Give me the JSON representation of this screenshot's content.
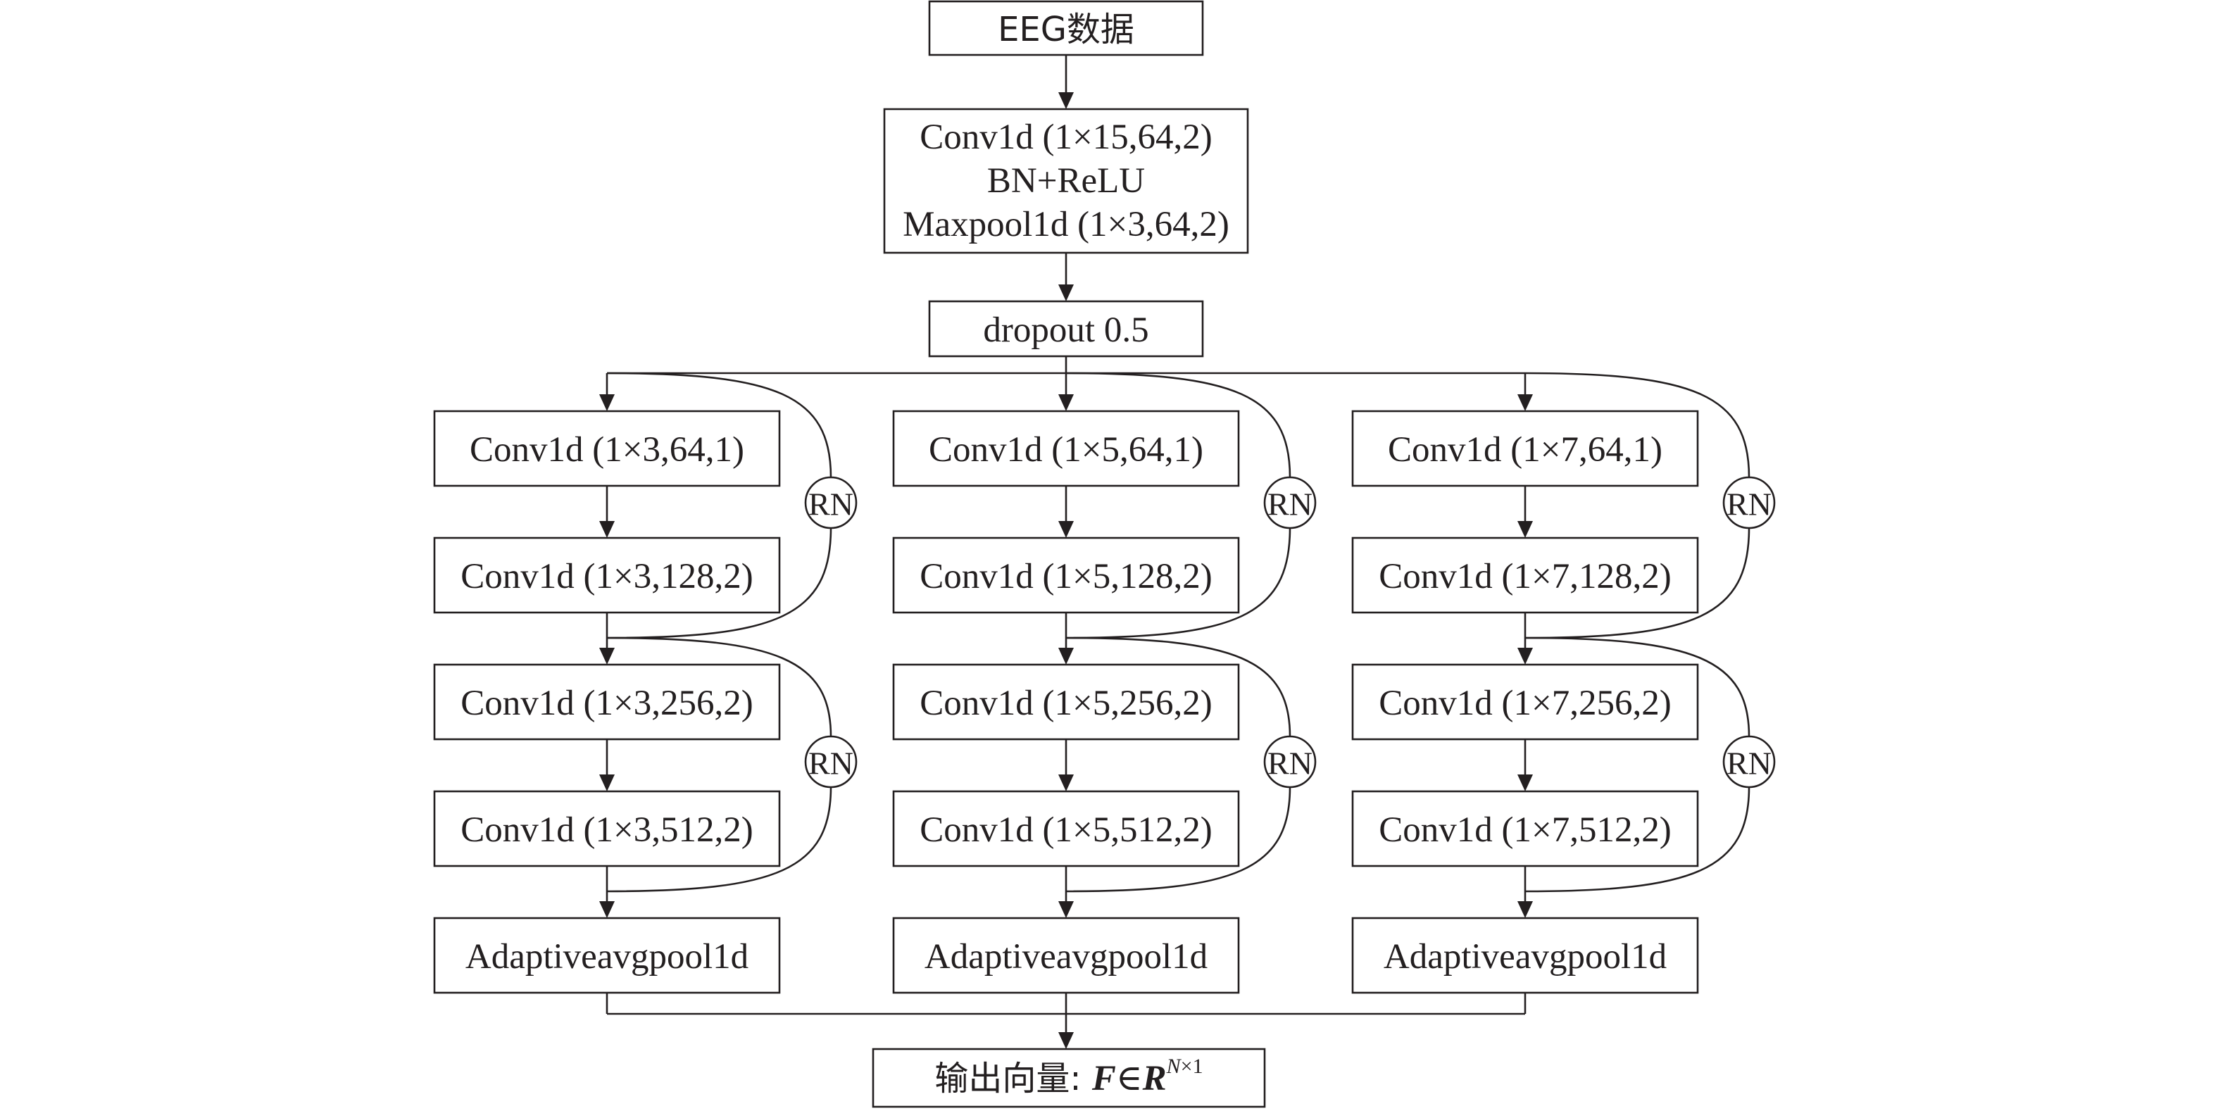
{
  "input": {
    "label": "EEG数据"
  },
  "stem": {
    "lines": [
      "Conv1d (1×15,64,2)",
      "BN+ReLU",
      "Maxpool1d (1×3,64,2)"
    ]
  },
  "dropout": {
    "label": "dropout 0.5"
  },
  "branches": [
    {
      "layers": [
        "Conv1d (1×3,64,1)",
        "Conv1d (1×3,128,2)",
        "Conv1d (1×3,256,2)",
        "Conv1d (1×3,512,2)"
      ],
      "pool": "Adaptiveavgpool1d",
      "residual_labels": [
        "RN",
        "RN"
      ]
    },
    {
      "layers": [
        "Conv1d (1×5,64,1)",
        "Conv1d (1×5,128,2)",
        "Conv1d (1×5,256,2)",
        "Conv1d (1×5,512,2)"
      ],
      "pool": "Adaptiveavgpool1d",
      "residual_labels": [
        "RN",
        "RN"
      ]
    },
    {
      "layers": [
        "Conv1d (1×7,64,1)",
        "Conv1d (1×7,128,2)",
        "Conv1d (1×7,256,2)",
        "Conv1d (1×7,512,2)"
      ],
      "pool": "Adaptiveavgpool1d",
      "residual_labels": [
        "RN",
        "RN"
      ]
    }
  ],
  "output": {
    "prefix": "输出向量: ",
    "symbol": "F",
    "relation": "∈",
    "space": "R",
    "dim_rows": "N",
    "dim_sep": "×",
    "dim_cols": "1"
  }
}
